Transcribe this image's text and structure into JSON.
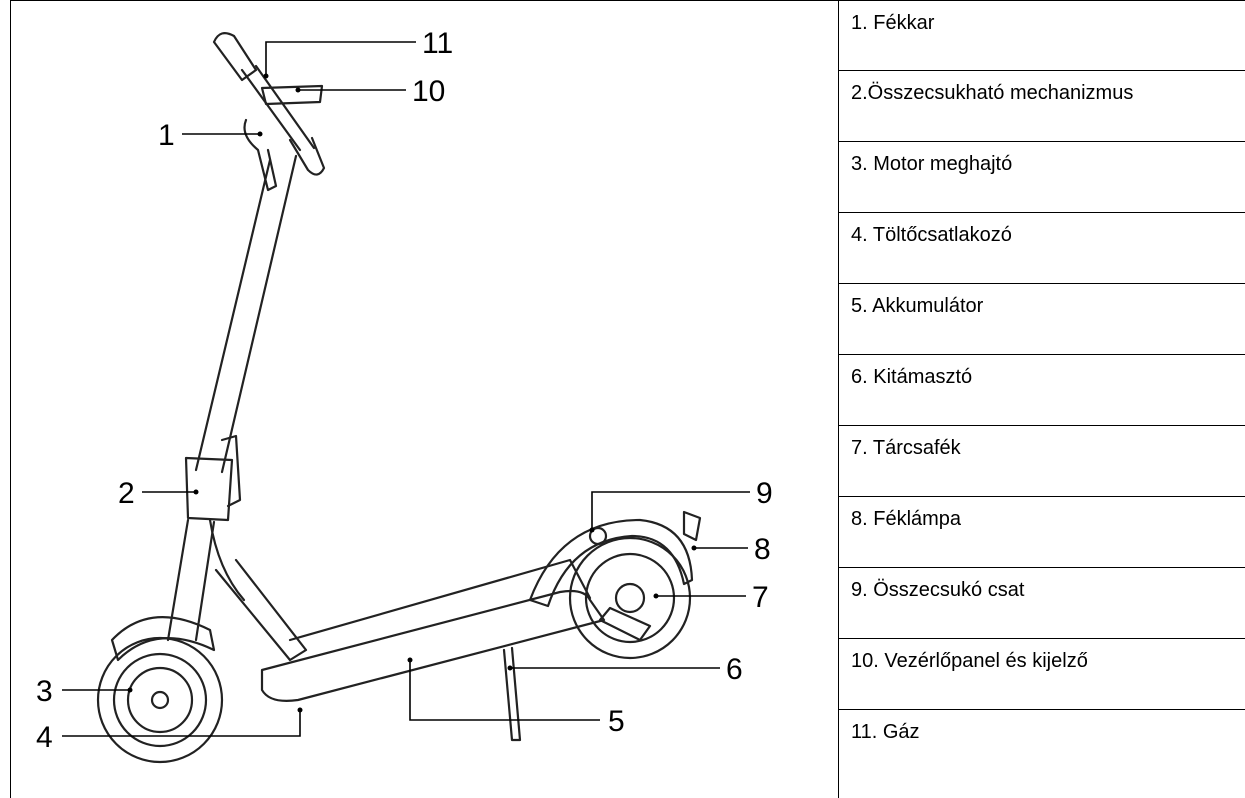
{
  "callouts": [
    "1",
    "2",
    "3",
    "4",
    "5",
    "6",
    "7",
    "8",
    "9",
    "10",
    "11"
  ],
  "legend": [
    "1. Fékkar",
    "2.Összecsukható mechanizmus",
    "3. Motor meghajtó",
    "4. Töltőcsatlakozó",
    "5. Akkumulátor",
    "6. Kitámasztó",
    "7. Tárcsafék",
    "8. Féklámpa",
    "9. Összecsukó csat",
    "10. Vezérlőpanel és kijelző",
    "11. Gáz"
  ]
}
